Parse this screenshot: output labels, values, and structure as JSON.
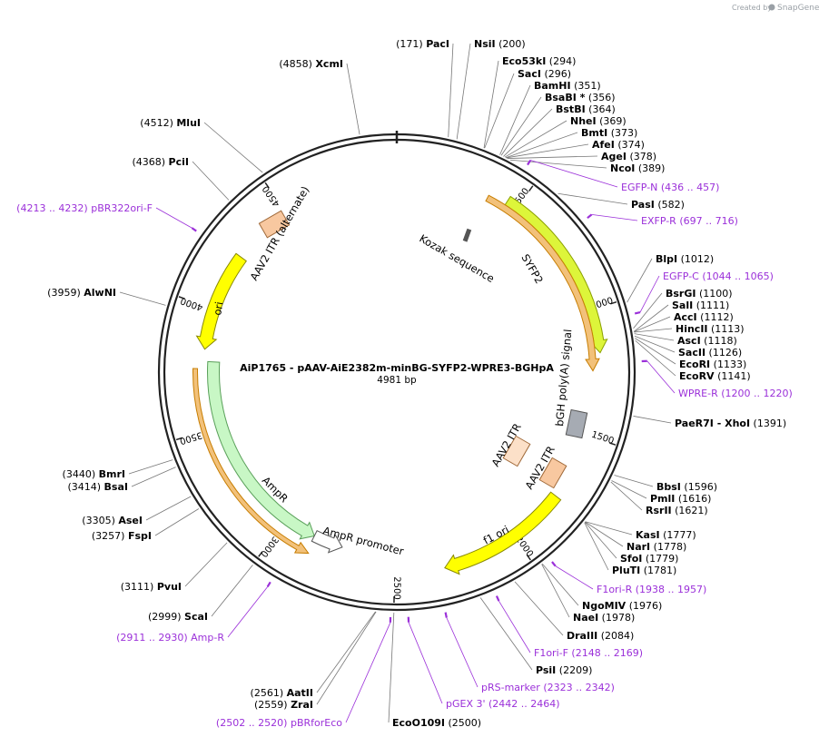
{
  "credit": {
    "text": "Created by",
    "brand": "SnapGene"
  },
  "plasmid": {
    "name": "AiP1765 - pAAV-AiE2382m-minBG-SYFP2-WPRE3-BGHpA",
    "size_label": "4981 bp",
    "length": 4981
  },
  "ticks": [
    {
      "pos": 500,
      "label": "500"
    },
    {
      "pos": 1000,
      "label": "1000"
    },
    {
      "pos": 1500,
      "label": "1500"
    },
    {
      "pos": 2000,
      "label": "2000"
    },
    {
      "pos": 2500,
      "label": "2500"
    },
    {
      "pos": 3000,
      "label": "3000"
    },
    {
      "pos": 3500,
      "label": "3500"
    },
    {
      "pos": 4000,
      "label": "4000"
    },
    {
      "pos": 4500,
      "label": "4500"
    }
  ],
  "features": [
    {
      "name": "SYFP2",
      "start": 455,
      "end": 1170,
      "color": "#ddf53a",
      "stroke": "#8aa000",
      "arrow": true
    },
    {
      "name": "WPRE3 / bGH poly(A) (orange)",
      "start": 380,
      "end": 1240,
      "color": "#f2c17a",
      "stroke": "#c77d00",
      "arrow": true
    },
    {
      "name": "f1 ori",
      "start": 1770,
      "end": 2300,
      "color": "#ffff00",
      "stroke": "#888800",
      "arrow": true
    },
    {
      "name": "AmpR",
      "start": 3780,
      "end": 2860,
      "color": "#c8f7c5",
      "stroke": "#5aa05a",
      "arrow": true
    },
    {
      "name": "AmpR promoter",
      "start": 2860,
      "end": 2730,
      "color": "#ffffff",
      "stroke": "#555555",
      "arrow": true
    },
    {
      "name": "ori",
      "start": 4240,
      "end": 3830,
      "color": "#ffff00",
      "stroke": "#888800",
      "arrow": true
    },
    {
      "name": "AmpR (orange outline)",
      "start": 3750,
      "end": 2850,
      "color": "#f2c17a",
      "stroke": "#c77d00",
      "arrow": true
    }
  ],
  "feature_labels": [
    {
      "text": "Kozak sequence"
    },
    {
      "text": "SYFP2"
    },
    {
      "text": "bGH poly(A) signal"
    },
    {
      "text": "AAV2 ITR"
    },
    {
      "text": "AAV2 ITR"
    },
    {
      "text": "f1 ori"
    },
    {
      "text": "AmpR"
    },
    {
      "text": "AmpR promoter"
    },
    {
      "text": "ori"
    },
    {
      "text": "AAV2 ITR (alternate)"
    }
  ],
  "sites": [
    {
      "name": "PacI",
      "pos": "(171)",
      "bp": 171
    },
    {
      "name": "NsiI",
      "pos": "(200)",
      "bp": 200
    },
    {
      "name": "Eco53kI",
      "pos": "(294)",
      "bp": 294
    },
    {
      "name": "SacI",
      "pos": "(296)",
      "bp": 296
    },
    {
      "name": "BamHI",
      "pos": "(351)",
      "bp": 351
    },
    {
      "name": "BsaBI *",
      "pos": "(356)",
      "bp": 356
    },
    {
      "name": "BstBI",
      "pos": "(364)",
      "bp": 364
    },
    {
      "name": "NheI",
      "pos": "(369)",
      "bp": 369
    },
    {
      "name": "BmtI",
      "pos": "(373)",
      "bp": 373
    },
    {
      "name": "AfeI",
      "pos": "(374)",
      "bp": 374
    },
    {
      "name": "AgeI",
      "pos": "(378)",
      "bp": 378
    },
    {
      "name": "NcoI",
      "pos": "(389)",
      "bp": 389
    },
    {
      "name": "PasI",
      "pos": "(582)",
      "bp": 582
    },
    {
      "name": "BlpI",
      "pos": "(1012)",
      "bp": 1012
    },
    {
      "name": "BsrGI",
      "pos": "(1100)",
      "bp": 1100
    },
    {
      "name": "SalI",
      "pos": "(1111)",
      "bp": 1111
    },
    {
      "name": "AccI",
      "pos": "(1112)",
      "bp": 1112
    },
    {
      "name": "HincII",
      "pos": "(1113)",
      "bp": 1113
    },
    {
      "name": "AscI",
      "pos": "(1118)",
      "bp": 1118
    },
    {
      "name": "SacII",
      "pos": "(1126)",
      "bp": 1126
    },
    {
      "name": "EcoRI",
      "pos": "(1133)",
      "bp": 1133
    },
    {
      "name": "EcoRV",
      "pos": "(1141)",
      "bp": 1141
    },
    {
      "name": "PaeR7I - XhoI",
      "pos": "(1391)",
      "bp": 1391
    },
    {
      "name": "BbsI",
      "pos": "(1596)",
      "bp": 1596
    },
    {
      "name": "PmlI",
      "pos": "(1616)",
      "bp": 1616
    },
    {
      "name": "RsrII",
      "pos": "(1621)",
      "bp": 1621
    },
    {
      "name": "KasI",
      "pos": "(1777)",
      "bp": 1777
    },
    {
      "name": "NarI",
      "pos": "(1778)",
      "bp": 1778
    },
    {
      "name": "SfoI",
      "pos": "(1779)",
      "bp": 1779
    },
    {
      "name": "PluTI",
      "pos": "(1781)",
      "bp": 1781
    },
    {
      "name": "NgoMIV",
      "pos": "(1976)",
      "bp": 1976
    },
    {
      "name": "NaeI",
      "pos": "(1978)",
      "bp": 1978
    },
    {
      "name": "DraIII",
      "pos": "(2084)",
      "bp": 2084
    },
    {
      "name": "PsiI",
      "pos": "(2209)",
      "bp": 2209
    },
    {
      "name": "EcoO109I",
      "pos": "(2500)",
      "bp": 2500
    },
    {
      "name": "ZraI",
      "pos": "(2559)",
      "bp": 2559
    },
    {
      "name": "AatII",
      "pos": "(2561)",
      "bp": 2561
    },
    {
      "name": "ScaI",
      "pos": "(2999)",
      "bp": 2999
    },
    {
      "name": "PvuI",
      "pos": "(3111)",
      "bp": 3111
    },
    {
      "name": "FspI",
      "pos": "(3257)",
      "bp": 3257
    },
    {
      "name": "AseI",
      "pos": "(3305)",
      "bp": 3305
    },
    {
      "name": "BsaI",
      "pos": "(3414)",
      "bp": 3414
    },
    {
      "name": "BmrI",
      "pos": "(3440)",
      "bp": 3440
    },
    {
      "name": "AlwNI",
      "pos": "(3959)",
      "bp": 3959
    },
    {
      "name": "PciI",
      "pos": "(4368)",
      "bp": 4368
    },
    {
      "name": "MluI",
      "pos": "(4512)",
      "bp": 4512
    },
    {
      "name": "XcmI",
      "pos": "(4858)",
      "bp": 4858
    }
  ],
  "primers": [
    {
      "name": "EGFP-N",
      "range": "(436 .. 457)",
      "bp": 446
    },
    {
      "name": "EXFP-R",
      "range": "(697 .. 716)",
      "bp": 706
    },
    {
      "name": "EGFP-C",
      "range": "(1044 .. 1065)",
      "bp": 1054
    },
    {
      "name": "WPRE-R",
      "range": "(1200 .. 1220)",
      "bp": 1210
    },
    {
      "name": "F1ori-R",
      "range": "(1938 .. 1957)",
      "bp": 1947
    },
    {
      "name": "F1ori-F",
      "range": "(2148 .. 2169)",
      "bp": 2158
    },
    {
      "name": "pRS-marker",
      "range": "(2323 .. 2342)",
      "bp": 2332
    },
    {
      "name": "pGEX 3'",
      "range": "(2442 .. 2464)",
      "bp": 2453
    },
    {
      "name": "pBRforEco",
      "range": "(2502 .. 2520)",
      "bp": 2511
    },
    {
      "name": "Amp-R",
      "range": "(2911 .. 2930)",
      "bp": 2920
    },
    {
      "name": "pBR322ori-F",
      "range": "(4213 .. 4232)",
      "bp": 4222
    }
  ],
  "colors": {
    "backbone": "#222222",
    "primer": "#9b30d9",
    "leader": "#555555"
  }
}
